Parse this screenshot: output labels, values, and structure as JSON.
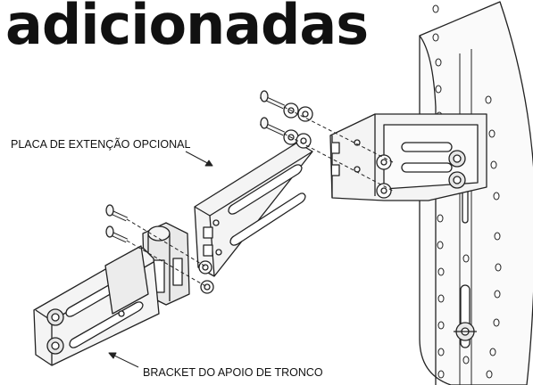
{
  "heading": "adicionadas",
  "callouts": {
    "placa": "PLACA DE EXTENÇÃO OPCIONAL",
    "bracket": "BRACKET DO APOIO DE TRONCO"
  },
  "colors": {
    "ink": "#111111",
    "metal": "#f4f4f4",
    "shade": "#d9d9d9",
    "line": "#222222"
  }
}
